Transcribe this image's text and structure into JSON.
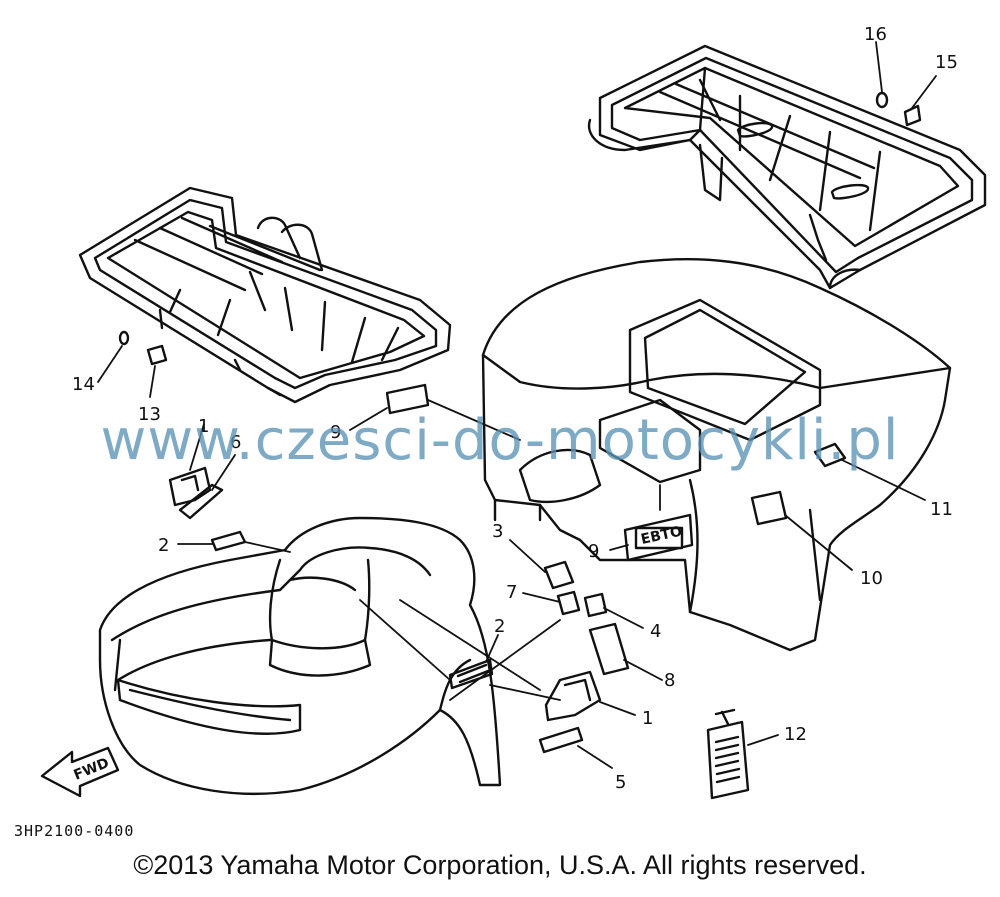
{
  "callouts": {
    "c1a": "1",
    "c6": "6",
    "c2a": "2",
    "c9a": "9",
    "c14": "14",
    "c13": "13",
    "c16": "16",
    "c15": "15",
    "c11": "11",
    "c10": "10",
    "c9b": "9",
    "c3": "3",
    "c7": "7",
    "c4": "4",
    "c2b": "2",
    "c8": "8",
    "c1b": "1",
    "c5": "5",
    "c12": "12"
  },
  "fwd_label": "FWD",
  "emblem_label": "EBTO",
  "diagram_code": "3HP2100-0400",
  "copyright": "©2013 Yamaha Motor Corporation, U.S.A. All rights reserved.",
  "watermark": "www.czesci-do-motocykli.pl"
}
